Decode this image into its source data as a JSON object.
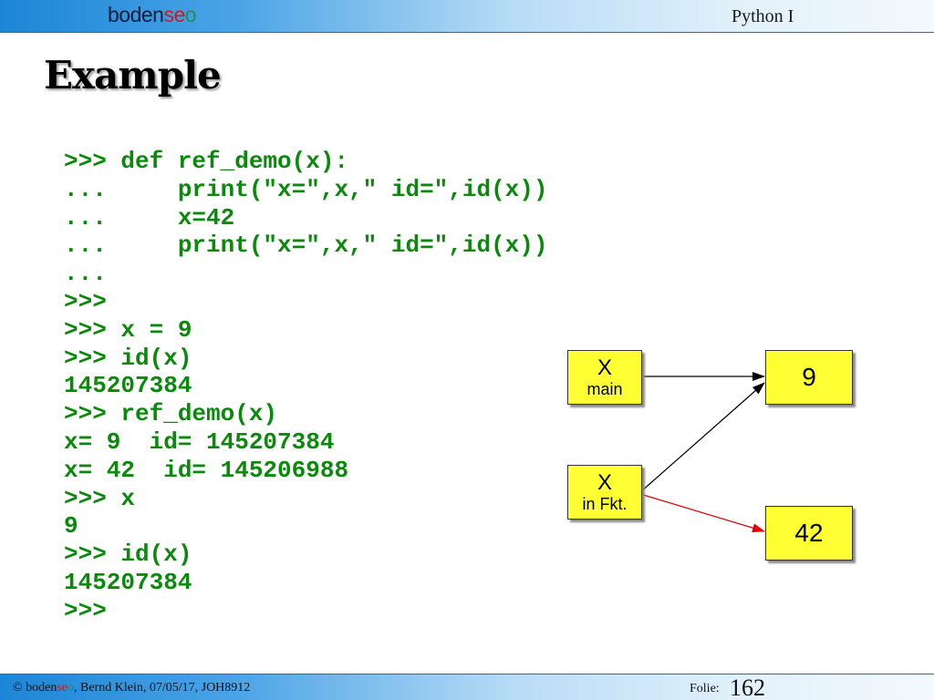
{
  "header": {
    "logo_part1": "boden",
    "logo_part2": "se",
    "logo_part3": "o",
    "course": "Python I"
  },
  "title": "Example",
  "code_lines": [
    ">>> def ref_demo(x):",
    "...     print(\"x=\",x,\" id=\",id(x))",
    "...     x=42",
    "...     print(\"x=\",x,\" id=\",id(x))",
    "...",
    ">>>",
    ">>> x = 9",
    ">>> id(x)",
    "145207384",
    ">>> ref_demo(x)",
    "x= 9  id= 145207384",
    "x= 42  id= 145206988",
    ">>> x",
    "9",
    ">>> id(x)",
    "145207384",
    ">>>"
  ],
  "diagram": {
    "main_box": {
      "var": "X",
      "scope": "main"
    },
    "fkt_box": {
      "var": "X",
      "scope": "in Fkt."
    },
    "value_box_1": "9",
    "value_box_2": "42",
    "arrow_colors": {
      "to_9": "#000000",
      "to_42": "#e00000"
    },
    "box_color": "#ffff33"
  },
  "footer": {
    "copyright_prefix": "© ",
    "brand_part1": "boden",
    "brand_part2": "se",
    "brand_part3": "o",
    "details": ", Bernd Klein, 07/05/17, JOH8912",
    "folie_label": "Folie:",
    "folie_number": "162"
  },
  "colors": {
    "code_green": "#0a8a0a",
    "header_blue": "#1c86d6"
  }
}
